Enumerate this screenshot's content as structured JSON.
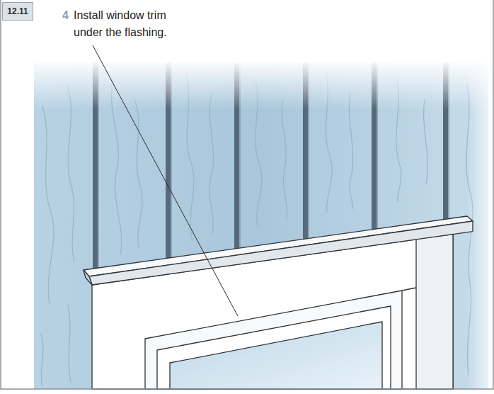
{
  "diagram": {
    "nodes": [
      {
        "text": [
          "12.11"
        ]
      }
    ],
    "labels": [
      "4",
      "Install window trim under the flashing."
    ]
  }
}
